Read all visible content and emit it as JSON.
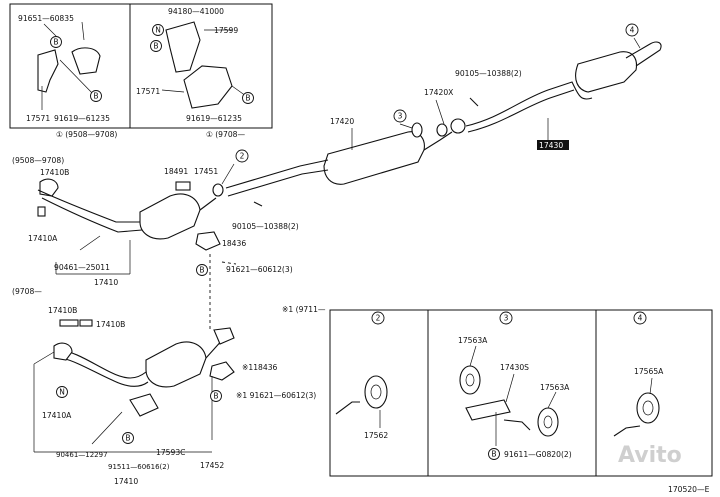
{
  "labels": {
    "p91651": "91651—60835",
    "p94180": "94180—41000",
    "p17599": "17599",
    "b1": "B",
    "n1": "N",
    "p17571a": "17571",
    "p91619a": "91619—61235",
    "p17571b": "17571",
    "p91619b": "91619—61235",
    "range1": "① (9508—9708)",
    "range2": "① (9708—",
    "p90105a": "90105—10388(2)",
    "p17420x": "17420X",
    "p17420": "17420",
    "p17430": "17430",
    "c3": "3",
    "c4": "4",
    "c2": "2",
    "c1": "1",
    "range3": "(9508—9708)",
    "p17410b": "17410B",
    "p18491": "18491",
    "p17451": "17451",
    "p90105b": "90105—10388(2)",
    "p17410a": "17410A",
    "p18436": "18436",
    "p90461": "90461—25011",
    "p17410": "17410",
    "p91621": "91621—60612(3)",
    "range4": "(9708—",
    "range5": "※1 (9711—",
    "p17410b2": "17410B",
    "p17410b3": "17410B",
    "n2": "N",
    "p17410a2": "17410A",
    "p118436": "※118436",
    "p91621b": "※1 91621—60612(3)",
    "p90461b": "90461—12297",
    "p91511": "91511—60616(2)",
    "p17593c": "17593C",
    "p17452": "17452",
    "p17410c": "17410",
    "p17562": "17562",
    "p17563a": "17563A",
    "p17430s": "17430S",
    "p17563a2": "17563A",
    "p91611": "91611—G0820(2)",
    "p17565a": "17565A",
    "diagram_code": "170520—E",
    "watermark": "Avito"
  },
  "colors": {
    "ink": "#111111",
    "highlight": "#000000",
    "watermark": "#cfcfcf"
  }
}
